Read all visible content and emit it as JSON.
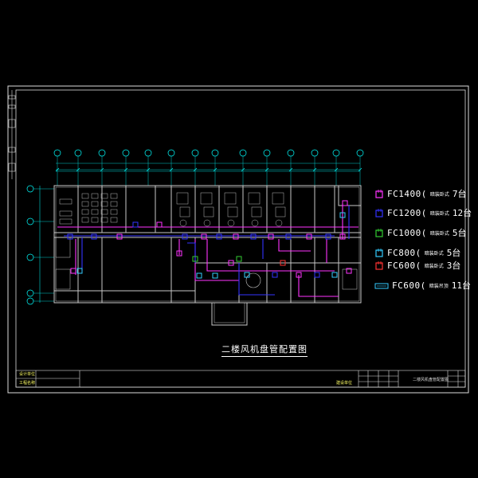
{
  "drawing_title": "二楼风机盘管配置图",
  "legend": [
    {
      "code": "FC1400(",
      "note": "暗装卧式",
      "count": "7台",
      "color": "#ff33ff",
      "icon": "fancoil-icon"
    },
    {
      "code": "FC1200(",
      "note": "暗装卧式",
      "count": "12台",
      "color": "#3333ff",
      "icon": "fancoil-icon"
    },
    {
      "code": "FC1000(",
      "note": "暗装卧式",
      "count": "5台",
      "color": "#33cc33",
      "icon": "fancoil-icon"
    },
    {
      "code": "FC800(",
      "note": "暗装卧式",
      "count": "5台",
      "color": "#33ccff",
      "icon": "fancoil-icon"
    },
    {
      "code": "FC600(",
      "note": "暗装卧式",
      "count": "3台",
      "color": "#ff3333",
      "icon": "fancoil-icon"
    },
    {
      "code": "FC600(",
      "note": "暗装吊顶",
      "count": "11台",
      "color": "#33ccff",
      "icon": "ceiling-unit-icon"
    }
  ],
  "title_block": {
    "drawing_name": "二楼风机盘管配置图",
    "left_label_1": "设计单位",
    "left_label_2": "工程名称",
    "mid_label": "建设单位"
  },
  "colors": {
    "background": "#000000",
    "frame": "#ffffff",
    "walls": "#c8c8c8",
    "grid": "#00ffff",
    "pipe_magenta": "#ff33ff",
    "pipe_blue": "#3333ff"
  }
}
